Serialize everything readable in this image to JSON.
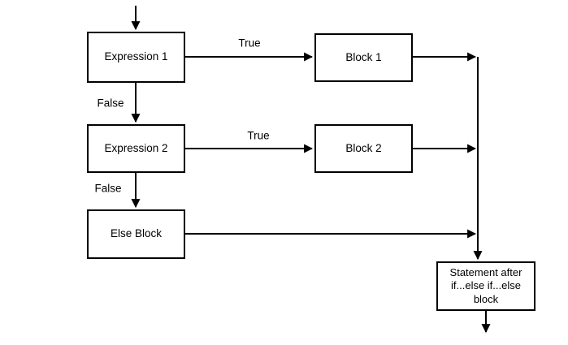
{
  "diagram": {
    "type": "flowchart",
    "colors": {
      "line": "#000000",
      "node_border": "#000000",
      "node_fill": "#ffffff",
      "text": "#000000",
      "background": "#ffffff"
    },
    "nodes": [
      {
        "id": "expression-1",
        "label": "Expression 1"
      },
      {
        "id": "block-1",
        "label": "Block 1"
      },
      {
        "id": "expression-2",
        "label": "Expression 2"
      },
      {
        "id": "block-2",
        "label": "Block 2"
      },
      {
        "id": "else-block",
        "label": "Else Block"
      },
      {
        "id": "statement-after",
        "label": "Statement after if...else if...else block"
      }
    ],
    "edge_labels": [
      {
        "id": "expression-1-true",
        "text": "True"
      },
      {
        "id": "expression-1-false",
        "text": "False"
      },
      {
        "id": "expression-2-true",
        "text": "True"
      },
      {
        "id": "expression-2-false",
        "text": "False"
      }
    ]
  }
}
